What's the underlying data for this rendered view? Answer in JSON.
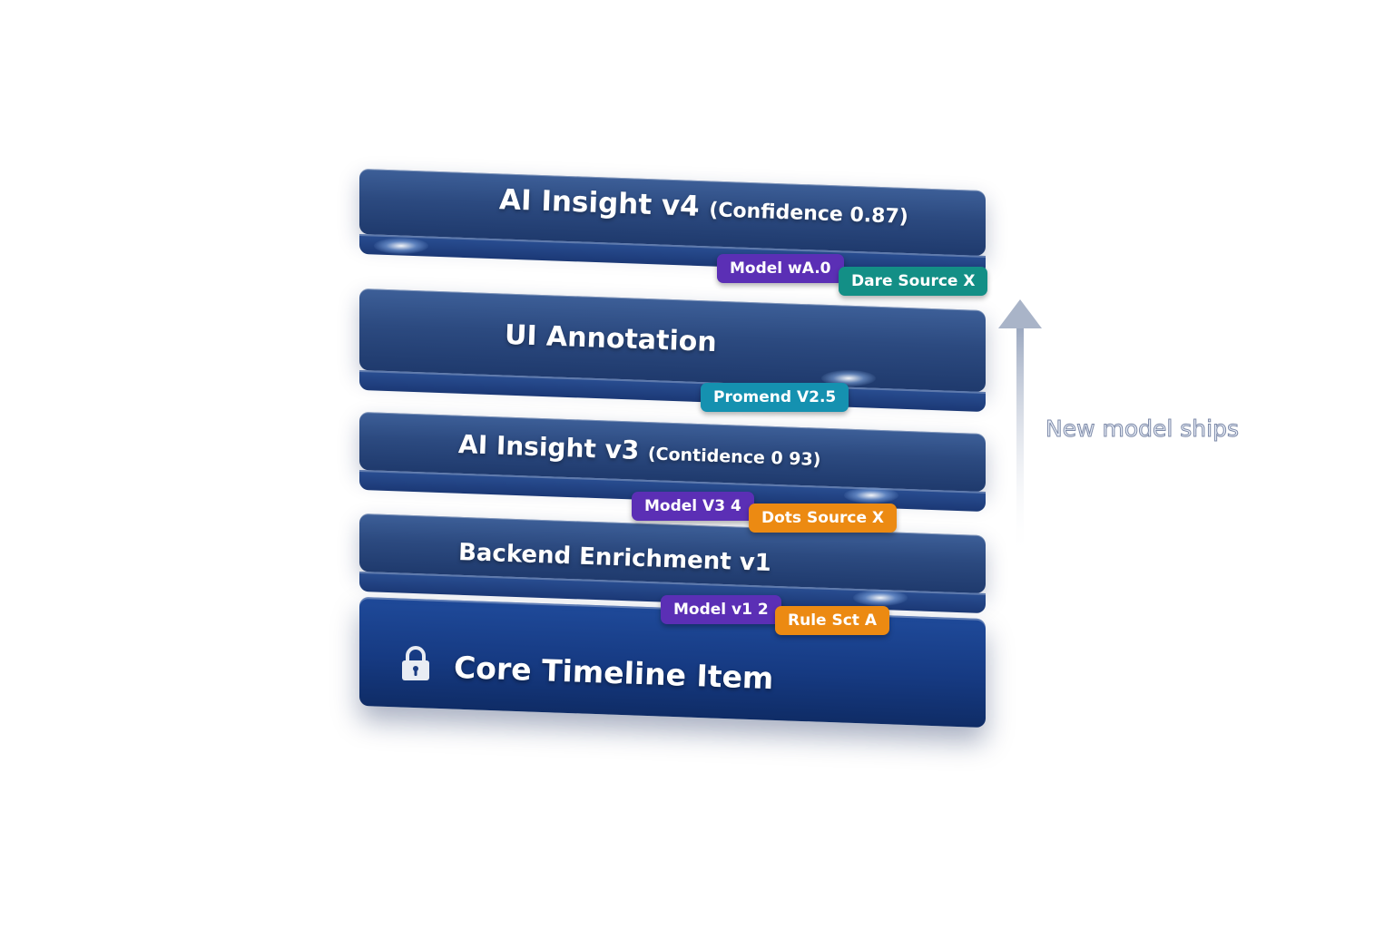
{
  "layers": {
    "ai_insight_v4": {
      "title": "AI Insight v4",
      "subtitle": "(Confidence 0.87)",
      "badges": [
        "Model wA.0",
        "Dare Source X"
      ]
    },
    "ui_annotation": {
      "title": "UI Annotation",
      "badges": [
        "Promend V2.5"
      ]
    },
    "ai_insight_v3": {
      "title": "AI Insight v3",
      "subtitle": "(Contidence 0 93)",
      "badges": [
        "Model V3 4",
        "Dots Source X"
      ]
    },
    "backend_enrichment": {
      "title": "Backend Enrichment v1",
      "badges": [
        "Model v1 2",
        "Rule Sct A"
      ]
    },
    "core": {
      "title": "Core Timeline Item",
      "icon": "lock-icon"
    }
  },
  "arrow_label": "New model ships",
  "colors": {
    "slab_blue": "#2c4a80",
    "core_blue": "#163a82",
    "badge_purple": "#5b2fb5",
    "badge_teal": "#138f86",
    "badge_cyan": "#1591b0",
    "badge_orange": "#ec8a12",
    "arrow_gray": "#a9b4c8"
  }
}
